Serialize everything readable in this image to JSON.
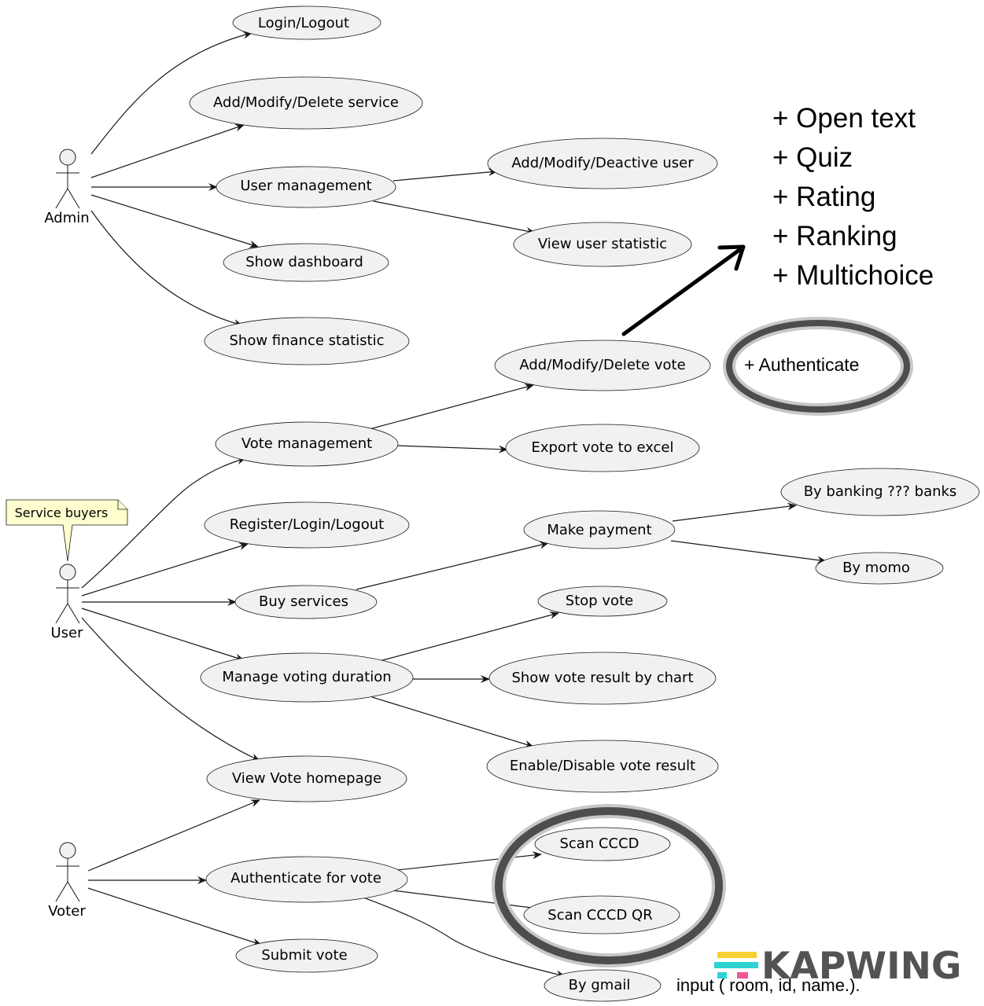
{
  "actors": {
    "admin": "Admin",
    "user": "User",
    "voter": "Voter"
  },
  "note": "Service buyers",
  "use_cases": {
    "login_logout": "Login/Logout",
    "add_modify_delete_service": "Add/Modify/Delete service",
    "user_management": "User management",
    "add_modify_deactive_user": "Add/Modify/Deactive user",
    "view_user_statistic": "View user statistic",
    "show_dashboard": "Show dashboard",
    "show_finance_statistic": "Show finance statistic",
    "add_modify_delete_vote": "Add/Modify/Delete vote",
    "vote_management": "Vote management",
    "export_vote_to_excel": "Export vote to excel",
    "register_login_logout": "Register/Login/Logout",
    "make_payment": "Make payment",
    "by_banking": "By banking ??? banks",
    "by_momo": "By momo",
    "buy_services": "Buy services",
    "stop_vote": "Stop vote",
    "manage_voting_duration": "Manage voting duration",
    "show_vote_result_by_chart": "Show vote result by chart",
    "enable_disable_vote_result": "Enable/Disable vote result",
    "view_vote_homepage": "View Vote homepage",
    "scan_cccd": "Scan CCCD",
    "authenticate_for_vote": "Authenticate for vote",
    "scan_cccd_qr": "Scan CCCD QR",
    "submit_vote": "Submit vote",
    "by_gmail": "By gmail"
  },
  "annotations": {
    "vote_types": [
      "+ Open text",
      "+ Quiz",
      "+ Rating",
      "+ Ranking",
      "+ Multichoice"
    ],
    "authenticate": "+ Authenticate",
    "input_note": "input ( room, id, name.)."
  },
  "watermark": "KAPWING",
  "colors": {
    "usecase_fill": "#f1f1f1",
    "note_fill": "#fefece",
    "highlight_ring": "#4d4d4d",
    "watermark_cyan": "#2ed3d3",
    "watermark_yellow": "#f7d035",
    "watermark_pink": "#f2559a"
  }
}
